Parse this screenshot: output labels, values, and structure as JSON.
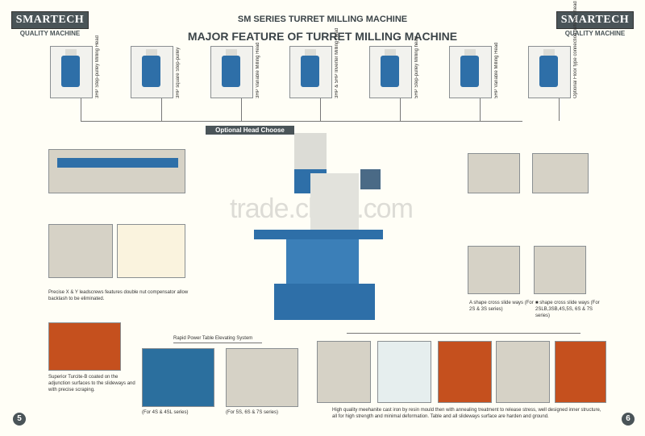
{
  "brand": {
    "name": "SMARTECH",
    "tagline": "QUALITY MACHINE"
  },
  "header": {
    "series": "SM SERIES TURRET MILLING MACHINE",
    "title": "MAJOR FEATURE OF TURRET MILLING MACHINE"
  },
  "heads": [
    {
      "caption": "3HP Step-pulley Milling Head"
    },
    {
      "caption": "3HP square Step-pulley"
    },
    {
      "caption": "3HP Variable Milling Head"
    },
    {
      "caption": "3HP & 5HP Inverter Milling Head"
    },
    {
      "caption": "5HP Step-pulley Milling head"
    },
    {
      "caption": "5HP Variable Milling Head"
    },
    {
      "caption": "Optional Floor type connection between head and ram."
    }
  ],
  "optional_head_label": "Optional Head Choose",
  "watermark": "trade.china.com",
  "features": {
    "leadscrew": "Precise X & Y leadscrews features double nut compensator allow backlash to be eliminated.",
    "slideway_a": "A shape cross slide ways (For 2S & 3S series)",
    "slideway_b": "■ shape cross slide ways (For 2SLB,3SB,4S,5S, 6S & 7S series)",
    "turcite": "Superior Turcite-B coated on the adjunction surfaces to the slideways and with precise scraping.",
    "rapid_title": "Rapid Power Table Elevating System",
    "rapid_a": "(For 4S & 4SL series)",
    "rapid_b": "(For 5S, 6S & 7S series)",
    "casting": "High quality meehanite cast iron by resin mould then with annealing treatment to release stress, well designed inner structure, all for high strength and minimal deformation. Table and all slideways surface are harden and ground."
  },
  "pages": {
    "left": "5",
    "right": "6"
  },
  "colors": {
    "brand": "#4a5458",
    "machine_blue": "#2e6fa8",
    "casting_orange": "#c5501e"
  }
}
